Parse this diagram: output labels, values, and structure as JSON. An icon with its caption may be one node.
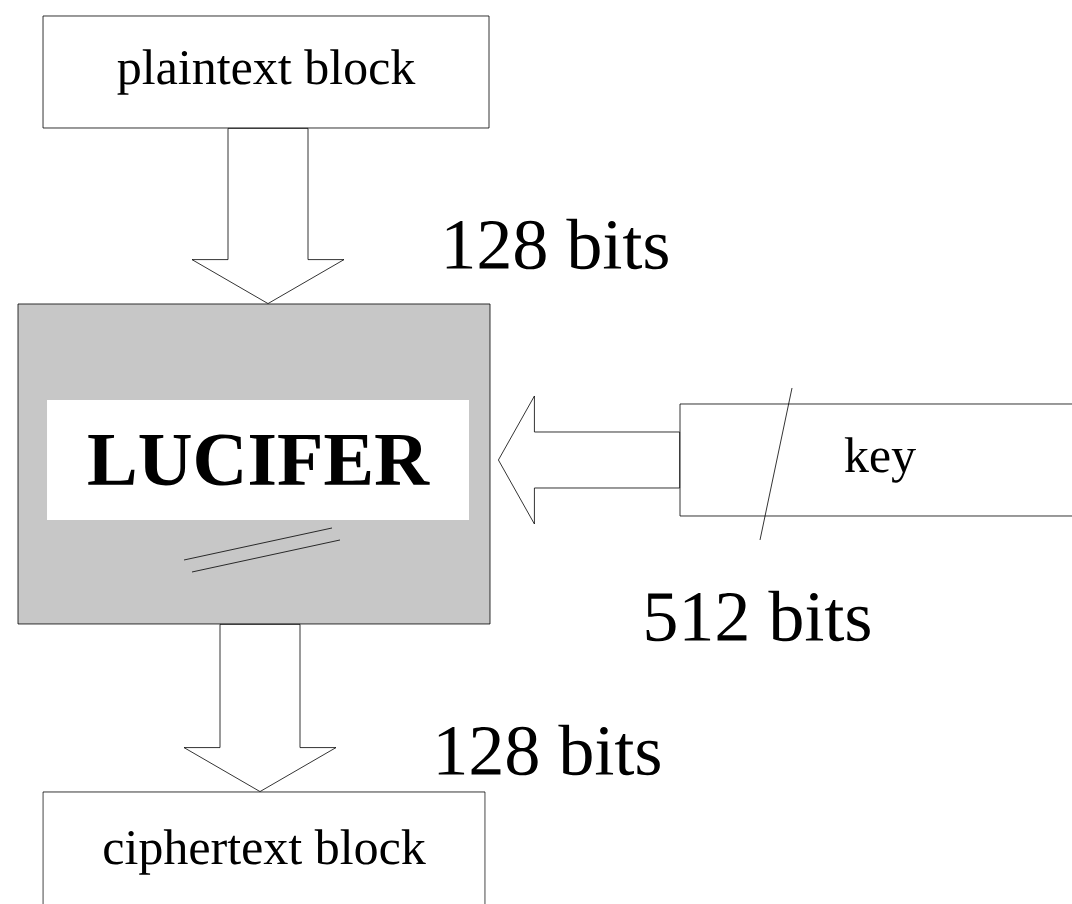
{
  "diagram": {
    "nodes": [
      {
        "text": [
          "plaintext block"
        ]
      },
      {
        "text": [
          "LUCIFER"
        ]
      },
      {
        "text": [
          "key"
        ]
      },
      {
        "text": [
          "ciphertext block"
        ]
      }
    ],
    "edges": [
      {
        "from": 0,
        "to": 1,
        "arrow": "to",
        "label": "128 bits"
      },
      {
        "from": 2,
        "to": 1,
        "arrow": "to",
        "label": "512 bits"
      },
      {
        "from": 1,
        "to": 3,
        "arrow": "to",
        "label": "128 bits"
      }
    ]
  }
}
